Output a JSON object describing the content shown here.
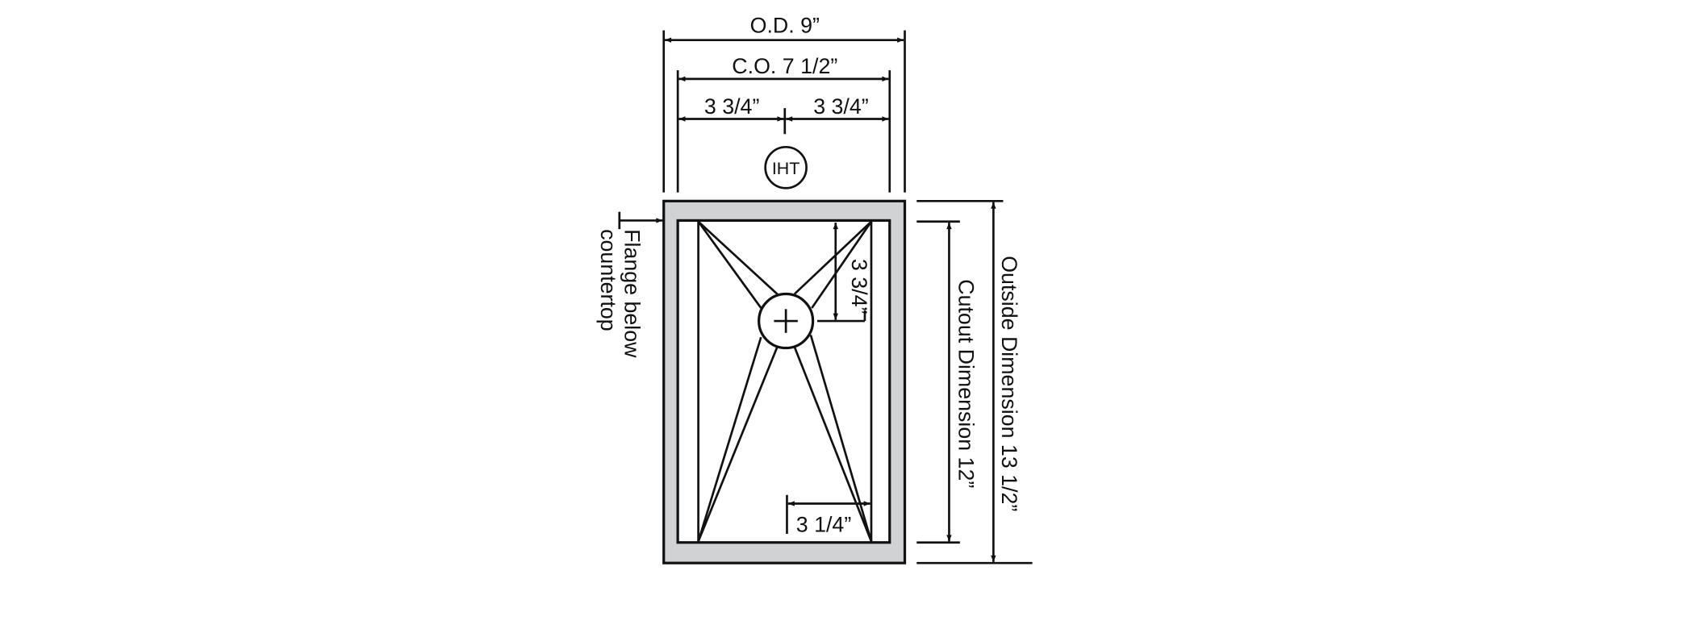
{
  "dimensions": {
    "outside_width": "O.D. 9”",
    "cutout_width": "C.O. 7 1/2”",
    "half_left": "3 3/4”",
    "half_right": "3 3/4”",
    "drain_offset_vertical": "3 3/4”",
    "drain_offset_horizontal": "3 1/4”",
    "cutout_length": "Cutout Dimension 12”",
    "outside_length": "Outside Dimension 13 1/2”"
  },
  "labels": {
    "faucet_marker": "IHT",
    "flange_line1": "Flange below",
    "flange_line2": "countertop"
  },
  "colors": {
    "flange": "#d1d2d4",
    "line": "#111111"
  }
}
